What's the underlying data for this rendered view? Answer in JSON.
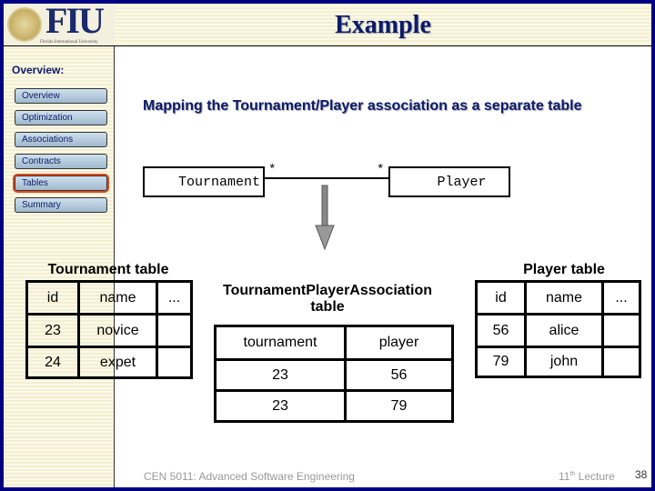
{
  "header": {
    "title": "Example",
    "logo_text": "FIU",
    "logo_subtext": "Florida International University"
  },
  "sidebar": {
    "heading": "Overview:",
    "items": [
      {
        "label": "Overview"
      },
      {
        "label": "Optimization"
      },
      {
        "label": "Associations"
      },
      {
        "label": "Contracts"
      },
      {
        "label": "Tables",
        "active": true
      },
      {
        "label": "Summary"
      }
    ],
    "active_color": "#e24a1c"
  },
  "main": {
    "subtitle": "Mapping the Tournament/Player association as a separate table",
    "uml": {
      "left_class": "Tournament",
      "right_class": "Player",
      "left_multiplicity": "*",
      "right_multiplicity": "*"
    },
    "tournament_table": {
      "caption": "Tournament table",
      "headers": [
        "id",
        "name",
        "..."
      ],
      "rows": [
        [
          "23",
          "novice",
          ""
        ],
        [
          "24",
          "expet",
          ""
        ]
      ]
    },
    "association_table": {
      "caption_line1": "TournamentPlayerAssociation",
      "caption_line2": "table",
      "headers": [
        "tournament",
        "player"
      ],
      "rows": [
        [
          "23",
          "56"
        ],
        [
          "23",
          "79"
        ]
      ]
    },
    "player_table": {
      "caption": "Player table",
      "headers": [
        "id",
        "name",
        "..."
      ],
      "rows": [
        [
          "56",
          "alice",
          ""
        ],
        [
          "79",
          "john",
          ""
        ]
      ]
    }
  },
  "footer": {
    "course": "CEN 5011: Advanced Software Engineering",
    "lecture_num": "11",
    "lecture_sup": "th",
    "lecture_word": " Lecture",
    "page": "38"
  }
}
